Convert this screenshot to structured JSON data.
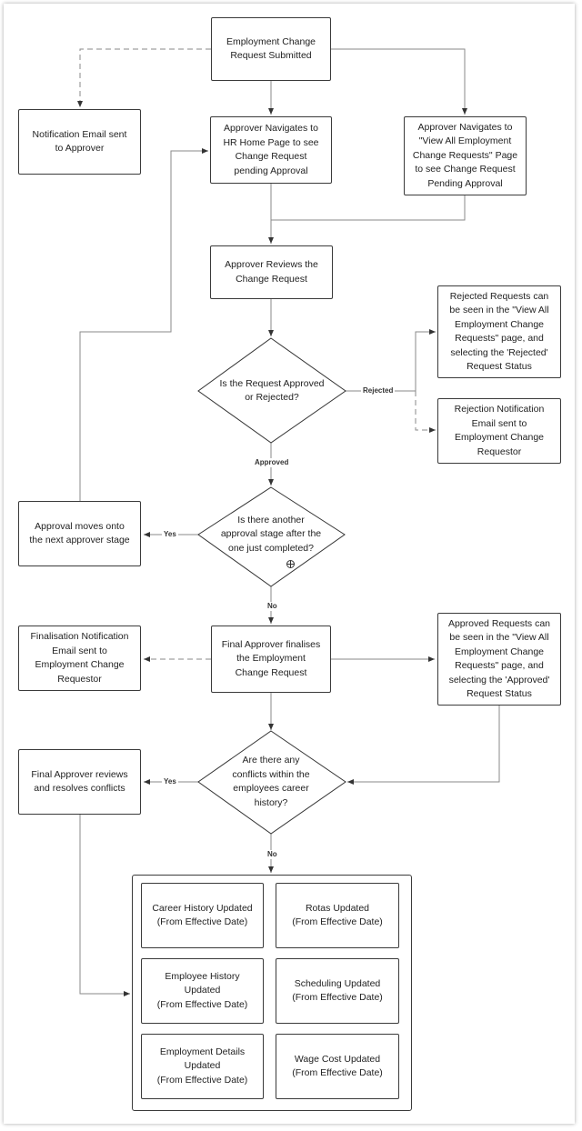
{
  "nodes": {
    "submitted": "Employment Change\nRequest Submitted",
    "notify_approver": "Notification Email sent\nto Approver",
    "navigate_home": "Approver Navigates to\nHR Home Page to see\nChange Request\npending Approval",
    "navigate_view_all": "Approver Navigates to\n\"View All Employment\nChange Requests\" Page\nto see Change Request\nPending Approval",
    "reviews": "Approver Reviews the\nChange Request",
    "rejected_view": "Rejected Requests can\nbe seen in the \"View All\nEmployment Change\nRequests\" page, and\nselecting the 'Rejected'\nRequest Status",
    "rejection_email": "Rejection Notification\nEmail sent to\nEmployment Change\nRequestor",
    "decision_approved": "Is the Request Approved\nor Rejected?",
    "decision_another_stage": "Is there another\napproval stage after the\none just completed?",
    "next_stage": "Approval moves onto\nthe next approver stage",
    "final_finalises": "Final Approver finalises\nthe Employment\nChange Request",
    "finalisation_email": "Finalisation Notification\nEmail sent to\nEmployment Change\nRequestor",
    "approved_view": "Approved Requests can\nbe seen in the \"View All\nEmployment Change\nRequests\" page, and\nselecting the 'Approved'\nRequest Status",
    "decision_conflicts": "Are there any\nconflicts within the\nemployees career\nhistory?",
    "resolve_conflicts": "Final Approver reviews\nand resolves conflicts",
    "career_history": "Career History Updated\n(From Effective Date)",
    "rotas": "Rotas Updated\n(From Effective Date)",
    "employee_history": "Employee History\nUpdated\n(From Effective Date)",
    "scheduling": "Scheduling Updated\n(From Effective Date)",
    "employment_details": "Employment Details\nUpdated\n(From Effective Date)",
    "wage_cost": "Wage Cost Updated\n(From Effective Date)"
  },
  "edge_labels": {
    "rejected": "Rejected",
    "approved": "Approved",
    "yes_stage": "Yes",
    "no_stage": "No",
    "yes_conflicts": "Yes",
    "no_conflicts": "No"
  },
  "colors": {
    "line": "#7a7a7a",
    "border": "#3a3a3a",
    "text": "#222222"
  },
  "icons": [
    "plus-circle-icon"
  ]
}
